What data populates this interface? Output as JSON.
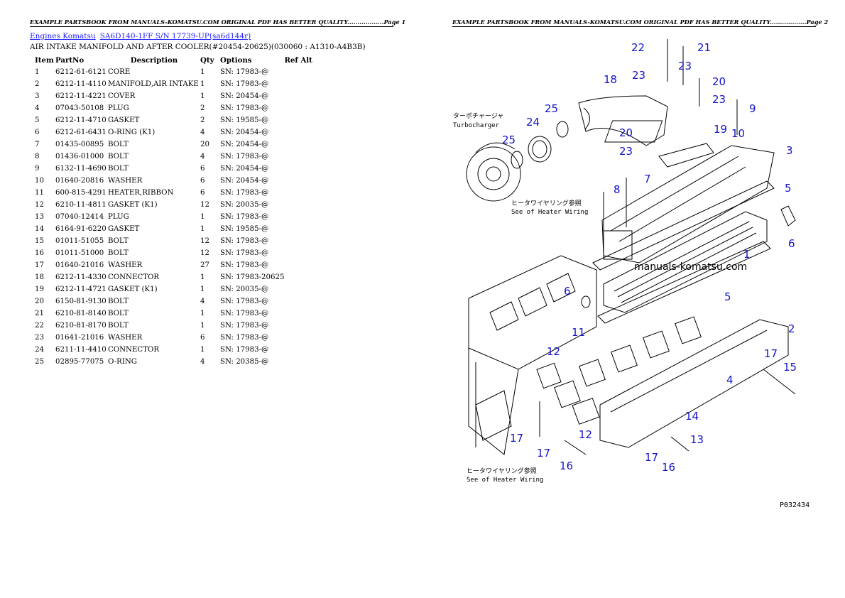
{
  "banner_left": "EXAMPLE PARTSBOOK FROM MANUALS-KOMATSU.COM ORIGINAL PDF HAS BETTER QUALITY..................Page 1",
  "banner_right": "EXAMPLE PARTSBOOK FROM MANUALS-KOMATSU.COM ORIGINAL PDF HAS BETTER QUALITY..................Page 2",
  "breadcrumb": {
    "link1": "Engines Komatsu",
    "link2": "SA6D140-1FF S/N 17739-UP(sa6d144r)"
  },
  "subtitle": "AIR INTAKE MANIFOLD AND AFTER COOLER(#20454-20625)(030060 : A1310-A4B3B)",
  "table": {
    "headers": [
      "Item",
      "PartNo",
      "Description",
      "Qty",
      "Options",
      "Ref Alt"
    ],
    "rows": [
      [
        "1",
        "6212-61-6121",
        "CORE",
        "1",
        "SN: 17983-@"
      ],
      [
        "2",
        "6212-11-4110",
        "MANIFOLD,AIR INTAKE",
        "1",
        "SN: 17983-@"
      ],
      [
        "3",
        "6212-11-4221",
        "COVER",
        "1",
        "SN: 20454-@"
      ],
      [
        "4",
        "07043-50108",
        "PLUG",
        "2",
        "SN: 17983-@"
      ],
      [
        "5",
        "6212-11-4710",
        "GASKET",
        "2",
        "SN: 19585-@"
      ],
      [
        "6",
        "6212-61-6431",
        "O-RING (K1)",
        "4",
        "SN: 20454-@"
      ],
      [
        "7",
        "01435-00895",
        "BOLT",
        "20",
        "SN: 20454-@"
      ],
      [
        "8",
        "01436-01000",
        "BOLT",
        "4",
        "SN: 17983-@"
      ],
      [
        "9",
        "6132-11-4690",
        "BOLT",
        "6",
        "SN: 20454-@"
      ],
      [
        "10",
        "01640-20816",
        "WASHER",
        "6",
        "SN: 20454-@"
      ],
      [
        "11",
        "600-815-4291",
        "HEATER,RIBBON",
        "6",
        "SN: 17983-@"
      ],
      [
        "12",
        "6210-11-4811",
        "GASKET (K1)",
        "12",
        "SN: 20035-@"
      ],
      [
        "13",
        "07040-12414",
        "PLUG",
        "1",
        "SN: 17983-@"
      ],
      [
        "14",
        "6164-91-6220",
        "GASKET",
        "1",
        "SN: 19585-@"
      ],
      [
        "15",
        "01011-51055",
        "BOLT",
        "12",
        "SN: 17983-@"
      ],
      [
        "16",
        "01011-51000",
        "BOLT",
        "12",
        "SN: 17983-@"
      ],
      [
        "17",
        "01640-21016",
        "WASHER",
        "27",
        "SN: 17983-@"
      ],
      [
        "18",
        "6212-11-4330",
        "CONNECTOR",
        "1",
        "SN: 17983-20625"
      ],
      [
        "19",
        "6212-11-4721",
        "GASKET (K1)",
        "1",
        "SN: 20035-@"
      ],
      [
        "20",
        "6150-81-9130",
        "BOLT",
        "4",
        "SN: 17983-@"
      ],
      [
        "21",
        "6210-81-8140",
        "BOLT",
        "1",
        "SN: 17983-@"
      ],
      [
        "22",
        "6210-81-8170",
        "BOLT",
        "1",
        "SN: 17983-@"
      ],
      [
        "23",
        "01641-21016",
        "WASHER",
        "6",
        "SN: 17983-@"
      ],
      [
        "24",
        "6211-11-4410",
        "CONNECTOR",
        "1",
        "SN: 17983-@"
      ],
      [
        "25",
        "02895-77075",
        "O-RING",
        "4",
        "SN: 20385-@"
      ]
    ]
  },
  "diagram": {
    "turbo_jp": "ターボチャージャ",
    "turbo_en": "Turbocharger",
    "heater_jp": "ヒータワイヤリング参照",
    "heater_en": "See of Heater Wiring",
    "watermark": "manuals-komatsu.com",
    "figure_code": "P032434",
    "callouts": [
      "22",
      "21",
      "23",
      "20",
      "23",
      "9",
      "10",
      "18",
      "23",
      "25",
      "24",
      "25",
      "20",
      "23",
      "19",
      "3",
      "7",
      "8",
      "5",
      "6",
      "1",
      "5",
      "6",
      "2",
      "11",
      "12",
      "17",
      "15",
      "4",
      "14",
      "13",
      "12",
      "17",
      "17",
      "16",
      "16"
    ]
  }
}
